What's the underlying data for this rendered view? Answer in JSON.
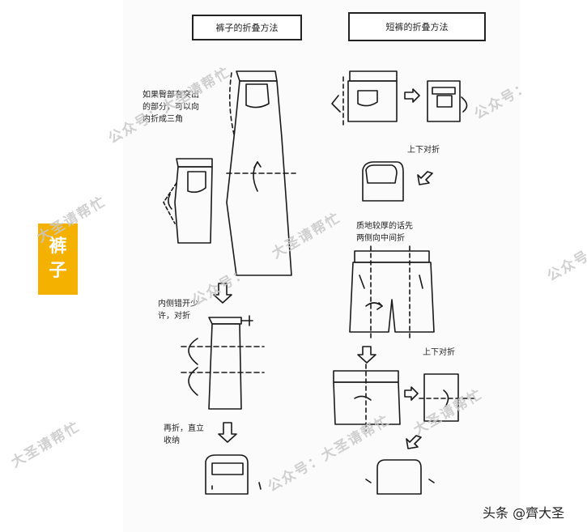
{
  "left_title": "裤子的折叠方法",
  "right_title": "短裤的折叠方法",
  "side_tag": [
    "裤",
    "子"
  ],
  "pants_notes": {
    "hip_note": [
      "如果臀部有突出",
      "的部分，可以向",
      "内折成三角"
    ],
    "stagger_note": [
      "内侧错开少",
      "许，对折"
    ],
    "final_note": [
      "再折，直立",
      "收纳"
    ]
  },
  "shorts_notes": {
    "fold_note_1": "上下对折",
    "thick_note": [
      "质地较厚的话先",
      "两侧向中间折"
    ],
    "fold_note_2": "上下对折"
  },
  "watermark": {
    "account": "公众号：大圣请帮忙",
    "part_a": "公众号：",
    "part_b": "大圣请帮忙"
  },
  "credit": "头条 @齊大圣"
}
